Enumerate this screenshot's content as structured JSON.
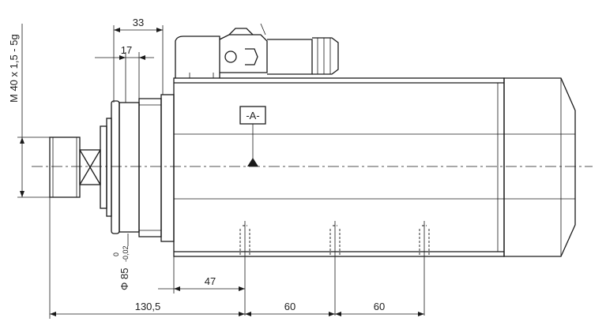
{
  "drawing": {
    "dim_overall_front": "33",
    "dim_flange": "17",
    "thread_spec": "M 40 x 1,5 - 5g",
    "diameter_label": "Φ 85",
    "tol_upper": "0",
    "tol_lower": "-0,02",
    "datum_label": "-A-",
    "dim_47": "47",
    "dim_130_5": "130,5",
    "dim_60_a": "60",
    "dim_60_b": "60"
  }
}
